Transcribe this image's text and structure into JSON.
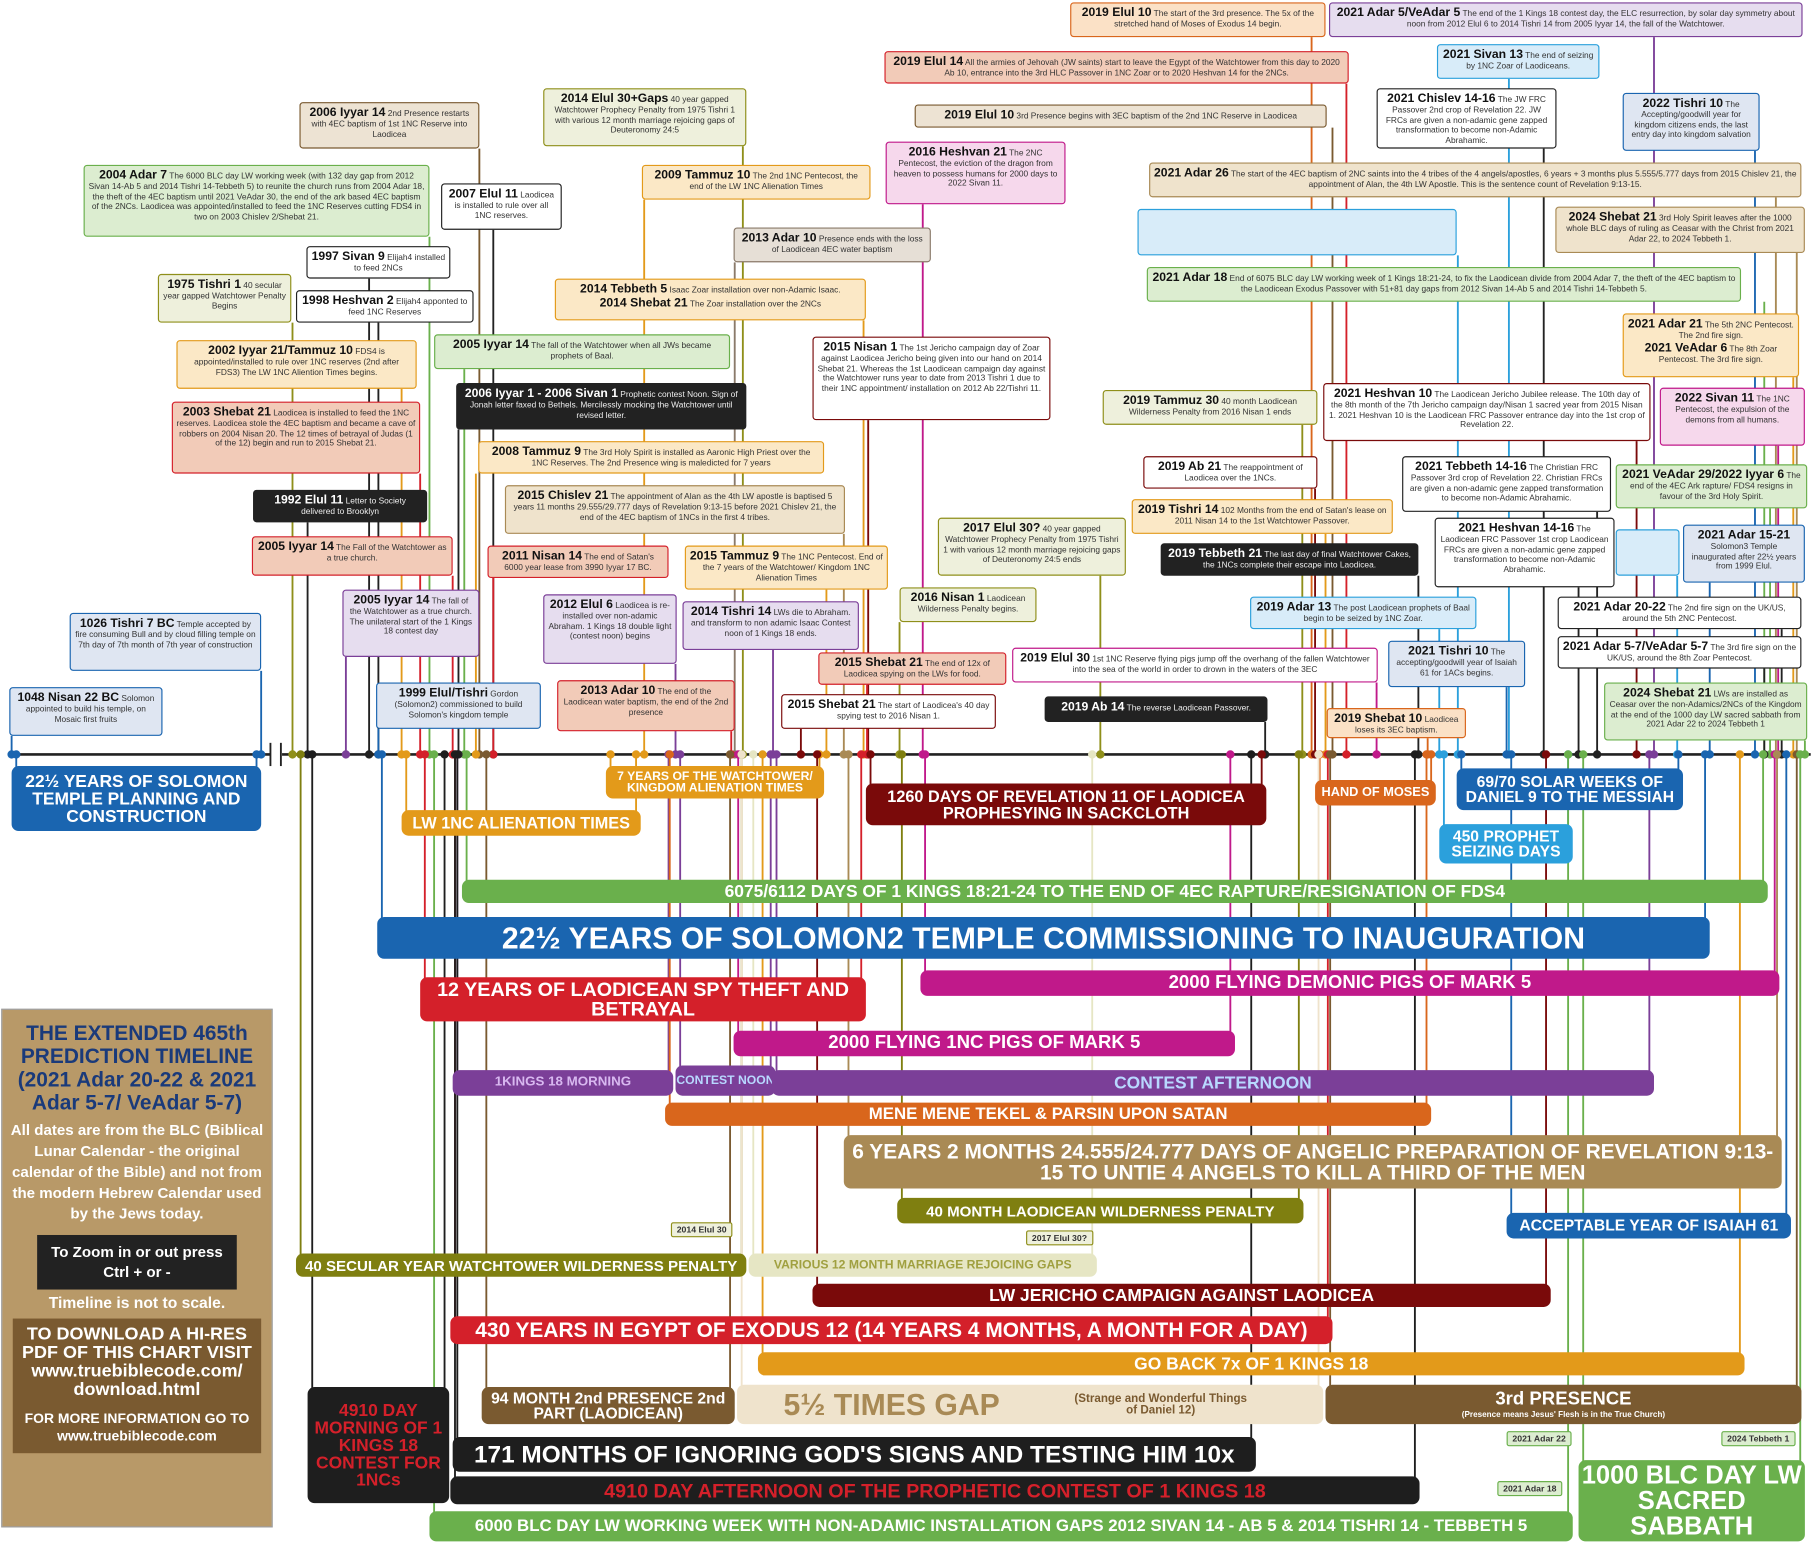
{
  "events": [
    {
      "date": "2019 Elul 10",
      "text": "The start of the 3rd presence. The 5x of the stretched hand of Moses of Exodus 14 begin."
    },
    {
      "date": "2021 Adar 5/VeAdar 5",
      "text": "The end of the 1 Kings 18 contest day, the ELC resurrection, by solar day symmetry about noon from 2012 Elul 6 to 2014 Tishri 14 from 2005 Iyyar 14, the fall of the Watchtower."
    },
    {
      "date": "2019 Elul 14",
      "text": "All the armies of Jehovah (JW saints) start to leave the Egypt of the Watchtower from this day to 2020 Ab 10, entrance into the 3rd HLC Passover in 1NC Zoar or to 2020 Heshvan 14 for the 2NCs."
    },
    {
      "date": "2021 Sivan 13",
      "text": "The end of seizing by 1NC Zoar of Laodiceans."
    },
    {
      "date": "2019 Elul 10",
      "text": "3rd Presence begins with 3EC baptism of the 2nd 1NC Reserve in Laodicea"
    },
    {
      "date": "2021 Chislev 14-16",
      "text": "The JW FRC Passover 2nd crop of Revelation 22. JW FRCs are given a non-adamic gene zapped transformation to become non-Adamic Abrahamic."
    },
    {
      "date": "2022 Tishri 10",
      "text": "The Accepting/goodwill year for kingdom citizens ends, the last entry day into kingdom salvation"
    },
    {
      "date": "2014 Elul 30+Gaps",
      "text": "40 year gapped Watchtower Prophecy Penalty from 1975 Tishri 1 with various 12 month marriage rejoicing gaps of Deuteronomy 24:5"
    },
    {
      "date": "2006 Iyyar 14",
      "text": "2nd Presence restarts with 4EC baptism of 1st 1NC Reserve into Laodicea"
    },
    {
      "date": "2004 Adar 7",
      "text": "The 6000 BLC day LW working week (with 132 day gap from 2012 Sivan 14-Ab 5 and 2014 Tishri 14-Tebbeth 5) to reunite the church runs from 2004 Adar 18, the theft of the 4EC baptism until 2021 VeAdar 30, the end of the ark based 4EC baptism of the 2NCs. Laodicea was appointed/installed to feed the 1NC Reserves cutting FDS4 in two on 2003 Chislev 2/Shebat 21."
    },
    {
      "date": "2007 Elul 11",
      "text": "Laodicea is installed to rule over all 1NC reserves."
    },
    {
      "date": "2016 Heshvan 21",
      "text": "The 2NC Pentecost, the eviction of the dragon from heaven to possess humans for 2000 days to 2022 Sivan 11."
    },
    {
      "date": "2009 Tammuz 10",
      "text": "The 2nd 1NC Pentecost, the end of the LW 1NC Alienation Times"
    },
    {
      "date": "2021 Adar 26",
      "text": "The start of the 4EC baptism of 2NC saints into the 4 tribes of the 4 angels/apostles, 6 years + 3 months plus 5.555/5.777 days from 2015 Chislev 21, the appointment of Alan, the 4th LW Apostle. This is the sentence count of Revelation 9:13-15."
    },
    {
      "date": "2024 Shebat 21",
      "text": "3rd Holy Spirit leaves after the 1000 whole BLC days of ruling as Ceasar with the Christ from 2021 Adar 22, to 2024 Tebbeth 1."
    },
    {
      "date": "1997 Sivan 9",
      "text": "Elijah4 installed to feed 2NCs"
    },
    {
      "date": "1998 Heshvan 2",
      "text": "Elijah4 apponted to feed 1NC Reserves"
    },
    {
      "date": "1975 Tishri 1",
      "text": "40 secular year gapped Watchtower Penalty Begins"
    },
    {
      "date": "2013 Adar 10",
      "text": "Presence ends with the loss of Laodicean 4EC water baptism"
    },
    {
      "date": "",
      "text": ""
    },
    {
      "date": "2021 Adar 18",
      "text": "End of 6075 BLC day LW working week of 1 Kings 18:21-24, to fix the Laodicean divide from 2004 Adar 7, the theft of the 4EC baptism to the Laodicean Exodus Passover with 51+81 day gaps from 2012 Sivan 14-Ab 5 and 2014 Tishri 14-Tebbeth 5."
    },
    {
      "date": "2014 Tebbeth 5",
      "text": "Isaac Zoar installation over non-Adamic Isaac.",
      "date2": "2014 Shebat 21",
      "text2": "The Zoar installation over the 2NCs"
    },
    {
      "date": "2021 Adar 21",
      "text": "The 5th 2NC Pentecost. The 2nd fire sign.",
      "date2": "2021 VeAdar 6",
      "text2": "The 8th Zoar Pentecost. The 3rd fire sign."
    },
    {
      "date": "2002 Iyyar 21/Tammuz 10",
      "text": "FDS4 is appointed/installed to rule over 1NC reserves (2nd after FDS3) The LW 1NC Aliention Times begins."
    },
    {
      "date": "2005 Iyyar 14",
      "text": "The fall of the Watchtower when all JWs became prophets of Baal."
    },
    {
      "date": "2015 Nisan 1",
      "text": "The 1st Jericho campaign day of Zoar against Laodicea Jericho being given into our hand on 2014 Shebat 21. Whereas the 1st Laodicean campaign day against the Watchtower runs year to date from 2013 Tishri 1 due to their 1NC appointment/ installation on 2012 Ab 22/Tishri 11."
    },
    {
      "date": "2006 Iyyar 1 - 2006 Sivan 1",
      "text": "Prophetic contest Noon. Sign of Jonah letter faxed to Bethels. Mercilessly mocking the Watchtower until revised letter."
    },
    {
      "date": "2019 Tammuz 30",
      "text": "40 month Laodicean Wilderness Penalty from 2016 Nisan 1 ends"
    },
    {
      "date": "2021 Heshvan 10",
      "text": "The Laodicean Jericho Jubilee release. The 10th day of the 8th month of the 7th Jericho campaign day/Nisan 1 sacred year from 2015 Nisan 1. 2021 Heshvan 10 is the Laodicean FRC Passover entrance day into the 1st crop of Revelation 22."
    },
    {
      "date": "2022 Sivan 11",
      "text": "The 1NC Pentecost, the expulsion of the demons from all humans."
    },
    {
      "date": "2003 Shebat 21",
      "text": "Laodicea is installed to feed the 1NC reserves. Laodicea stole the 4EC baptism and became a cave of robbers on 2004 Nisan 20. The 12 times of betrayal of Judas (1 of the 12) begin and run to 2015 Shebat 21."
    },
    {
      "date": "2008 Tammuz 9",
      "text": "The 3rd Holy Spirit is installed as Aaronic High Priest over the 1NC Reserves. The 2nd Presence wing is maledicted for 7 years"
    },
    {
      "date": "2019 Ab 21",
      "text": "The reappointment of Laodicea over the 1NCs."
    },
    {
      "date": "2021 Tebbeth 14-16",
      "text": "The Christian FRC Passover 3rd crop of Revelation 22. Christian FRCs are given a non-adamic gene zapped transformation to become non-Adamic Abrahamic."
    },
    {
      "date": "2021 VeAdar 29/2022 Iyyar 6",
      "text": "The end of the 4EC Ark rapture/ FDS4 resigns in favour of the 3rd Holy Spirit."
    },
    {
      "date": "1992 Elul 11",
      "text": "Letter to Society delivered to Brooklyn"
    },
    {
      "date": "2015 Chislev 21",
      "text": "The appointment of Alan as the 4th LW apostle is baptised 5 years 11 months 29.555/29.777 days of Revelation 9:13-15 before 2021 Chislev 21, the end of the 4EC baptism of 1NCs in the first 4 tribes."
    },
    {
      "date": "2019 Tishri 14",
      "text": "102 Months from the end of Satan's lease on 2011 Nisan 14 to the 1st Watchtower Passover."
    },
    {
      "date": "2021 Heshvan 14-16",
      "text": "The Laodicean FRC Passover 1st crop Laodicean FRCs are given a non-adamic gene zapped transformation to become non-Adamic Abrahamic."
    },
    {
      "date": "2017 Elul 30?",
      "text": "40 year gapped Watchtower Prophecy Penalty from 1975 Tishri 1 with various 12 month marriage rejoicing gaps of Deuteronomy 24:5 ends"
    },
    {
      "date": "2005 Iyyar 14",
      "text": "The Fall of the Watchtower as a true church."
    },
    {
      "date": "2011 Nisan 14",
      "text": "The end of Satan's 6000 year lease from 3990 Iyyar 17 BC."
    },
    {
      "date": "2015 Tammuz 9",
      "text": "The 1NC Pentecost. End of the 7 years of the Watchtower/ Kingdom 1NC Alienation Times"
    },
    {
      "date": "2019 Tebbeth 21",
      "text": "The last day of final Watchtower Cakes, the 1NCs complete their escape into Laodicea."
    },
    {
      "date": "2021 Adar 15-21",
      "text": "Solomon3 Temple inaugurated after 22½ years from 1999 Elul."
    },
    {
      "date": "",
      "text": ""
    },
    {
      "date": "1026 Tishri 7 BC",
      "text": "Temple accepted by fire consuming Bull and by cloud filling temple on 7th day of 7th month of 7th year of construction"
    },
    {
      "date": "2005 Iyyar 14",
      "text": "The fall of the Watchtower as a true church. The unilateral start of the 1 Kings 18 contest day"
    },
    {
      "date": "2012 Elul 6",
      "text": "Laodicea is re-installed over non-adamic Abraham. 1 Kings 18 double light (contest noon) begins"
    },
    {
      "date": "2014 Tishri 14",
      "text": "LWs die to Abraham. and transform to non adamic Isaac Contest noon of 1 Kings 18 ends."
    },
    {
      "date": "2016 Nisan 1",
      "text": "Laodicean Wilderness Penalty begins."
    },
    {
      "date": "2019 Adar 13",
      "text": "The post Laodicean prophets of Baal begin to be seized by 1NC Zoar."
    },
    {
      "date": "2021 Adar 20-22",
      "text": "The 2nd fire sign on the UK/US, around the 5th 2NC Pentecost."
    },
    {
      "date": "2021 Adar 5-7/VeAdar 5-7",
      "text": "The 3rd fire sign on the UK/US, around the 8th Zoar Pentecost."
    },
    {
      "date": "2021 Tishri 10",
      "text": "The accepting/goodwill year of Isaiah 61 for 1ACs begins."
    },
    {
      "date": "2015 Shebat 21",
      "text": "The end of 12x of Laodicea spying on the LWs for food."
    },
    {
      "date": "2019 Elul 30",
      "text": "1st 1NC Reserve flying pigs jump off the overhang of the fallen Watchtower into the sea of the world in order to drown in the waters of the 3EC"
    },
    {
      "date": "1048 Nisan 22 BC",
      "text": "Solomon appointed to build his temple, on Mosaic first fruits"
    },
    {
      "date": "1999 Elul/Tishri",
      "text": "Gordon (Solomon2) commissioned to build Solomon's kingdom temple"
    },
    {
      "date": "2013 Adar 10",
      "text": "The end of the Laodicean water baptism, the end of the 2nd presence"
    },
    {
      "date": "2015 Shebat 21",
      "text": "The start of Laodicea's 40 day spying test to 2016 Nisan 1."
    },
    {
      "date": "2019 Ab 14",
      "text": "The reverse Laodicean Passover."
    },
    {
      "date": "2019 Shebat 10",
      "text": "Laodicea loses its 3EC baptism."
    },
    {
      "date": "2024 Shebat 21",
      "text": "LWs are installed as Ceasar over the non-Adamics/2NCs of the Kingdom at the end of the 1000 day LW sacred sabbath from 2021 Adar 22 to 2024 Tebbeth 1"
    }
  ],
  "bars": [
    {
      "label": "22½ YEARS OF SOLOMON TEMPLE PLANNING AND CONSTRUCTION"
    },
    {
      "label": "7 YEARS OF THE WATCHTOWER/ KINGDOM ALIENATION TIMES"
    },
    {
      "label": "LW 1NC ALIENATION TIMES"
    },
    {
      "label": "1260 DAYS OF REVELATION 11 OF LAODICEA PROPHESYING IN SACKCLOTH"
    },
    {
      "label": "HAND OF MOSES"
    },
    {
      "label": "69/70 SOLAR WEEKS OF DANIEL 9 TO THE MESSIAH"
    },
    {
      "label": "450 PROPHET SEIZING DAYS"
    },
    {
      "label": "6075/6112 DAYS OF 1 KINGS 18:21-24 TO THE END OF 4EC RAPTURE/RESIGNATION OF FDS4"
    },
    {
      "label": "22½ YEARS OF SOLOMON2 TEMPLE COMMISSIONING TO INAUGURATION"
    },
    {
      "label": "12 YEARS OF LAODICEAN SPY THEFT AND BETRAYAL"
    },
    {
      "label": "2000 FLYING DEMONIC PIGS OF MARK 5"
    },
    {
      "label": "2000 FLYING 1NC PIGS OF MARK 5"
    },
    {
      "label": "1KINGS 18 MORNING"
    },
    {
      "label": "CONTEST NOON"
    },
    {
      "label": "CONTEST AFTERNOON"
    },
    {
      "label": "MENE MENE TEKEL & PARSIN UPON SATAN"
    },
    {
      "label": "6 YEARS 2 MONTHS 24.555/24.777 DAYS OF ANGELIC PREPARATION OF REVELATION 9:13-15 TO UNTIE 4 ANGELS TO KILL A THIRD OF THE MEN"
    },
    {
      "label": "40 MONTH LAODICEAN WILDERNESS PENALTY"
    },
    {
      "label": "ACCEPTABLE YEAR OF ISAIAH 61"
    },
    {
      "label": "40 SECULAR YEAR WATCHTOWER WILDERNESS PENALTY"
    },
    {
      "label": "VARIOUS 12 MONTH MARRIAGE REJOICING GAPS"
    },
    {
      "label": "LW JERICHO CAMPAIGN AGAINST LAODICEA"
    },
    {
      "label": "430 YEARS IN EGYPT OF EXODUS 12 (14 YEARS 4 MONTHS, A MONTH FOR A DAY)"
    },
    {
      "label": "GO BACK 7x OF 1 KINGS 18"
    },
    {
      "label": "4910 DAY MORNING OF 1 KINGS 18 CONTEST FOR 1NCs"
    },
    {
      "label": "94 MONTH 2nd PRESENCE 2nd PART (LAODICEAN)"
    },
    {
      "label": "5½ TIMES GAP",
      "sub": "(Strange and Wonderful Things of Daniel 12)"
    },
    {
      "label": "3rd PRESENCE",
      "sub": "(Presence means Jesus' Flesh is in the True Church)"
    },
    {
      "label": "171 MONTHS OF IGNORING GOD'S SIGNS AND TESTING HIM 10x"
    },
    {
      "label": "4910 DAY AFTERNOON OF THE PROPHETIC CONTEST OF 1 KINGS 18"
    },
    {
      "label": "6000 BLC DAY LW WORKING WEEK WITH NON-ADAMIC INSTALLATION GAPS 2012 SIVAN 14 - AB 5 & 2014 TISHRI 14 - TEBBETH 5"
    },
    {
      "label": "1000 BLC DAY LW SACRED SABBATH"
    }
  ],
  "tags": [
    "2014 Elul 30",
    "2017 Elul 30?",
    "2021 Adar 22",
    "2024 Tebbeth 1",
    "2021 Adar 18"
  ],
  "info": {
    "title": "THE EXTENDED 465th PREDICTION TIMELINE (2021 Adar 20-22 & 2021 Adar 5-7/ VeAdar 5-7)",
    "desc": "All dates are from the BLC (Biblical Lunar Calendar - the original calendar of the Bible) and not from the modern Hebrew Calendar used by the Jews today.",
    "zoom": "To Zoom in or out press Ctrl + or -",
    "note": "Timeline is not to scale.",
    "download": "TO DOWNLOAD A HI-RES PDF OF THIS CHART VISIT www.truebiblecode.com/ download.html",
    "more": "FOR MORE INFORMATION GO TO www.truebiblecode.com"
  },
  "colors": {
    "blue": "#1a65b0",
    "green": "#6ab04c",
    "orange": "#e39a1a",
    "red": "#d4202a",
    "darkred": "#7a0a0a",
    "magenta": "#c0198a",
    "purple": "#7b3f98",
    "olive": "#8f8f1a",
    "tan": "#a98a55",
    "brown": "#7a5a30"
  }
}
